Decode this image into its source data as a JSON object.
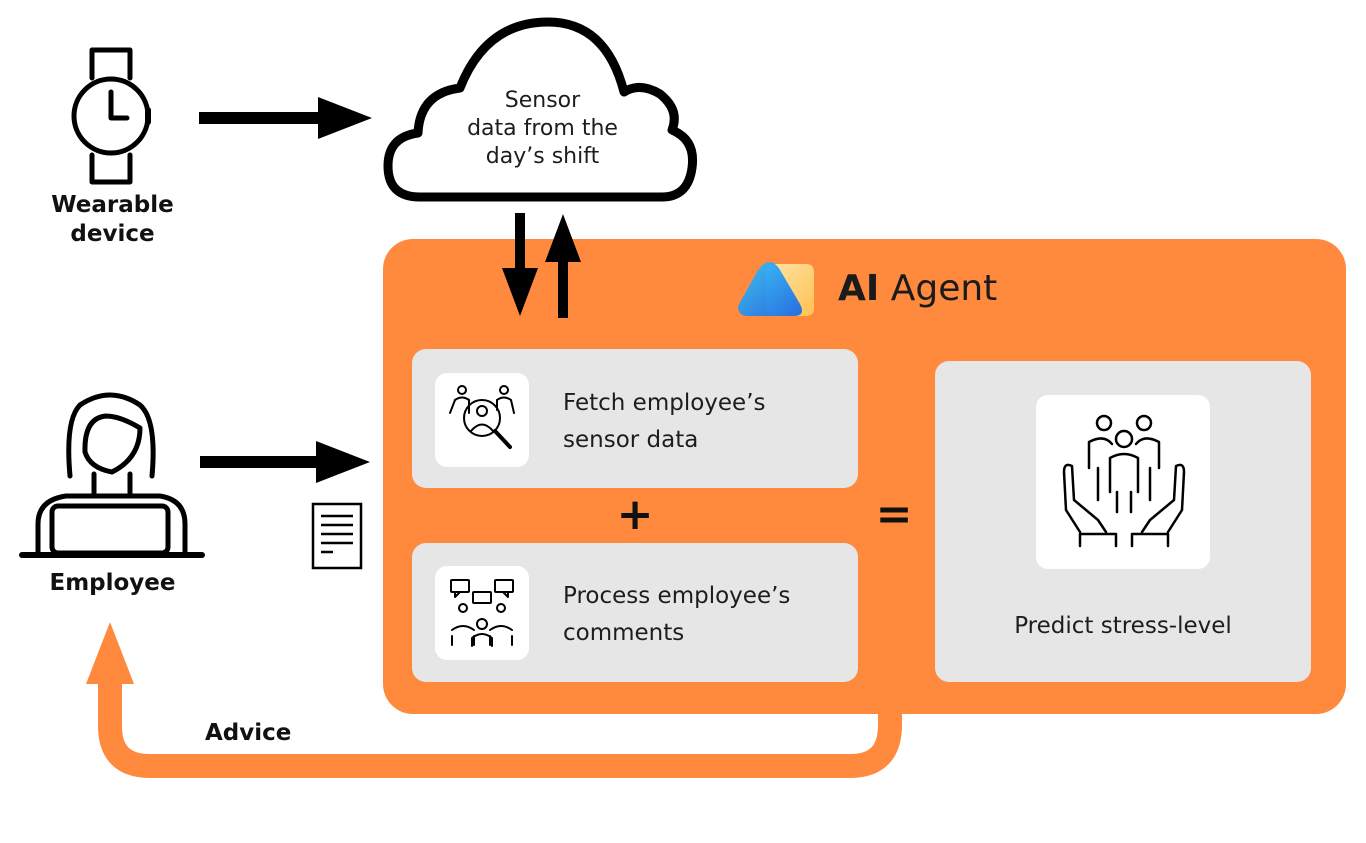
{
  "wearable": {
    "label_line1": "Wearable",
    "label_line2": "device",
    "icon": "watch-icon"
  },
  "employee": {
    "label": "Employee",
    "icon": "employee-laptop-icon"
  },
  "cloud": {
    "line1": "Sensor",
    "line2": "data from the",
    "line3": "day’s shift",
    "icon": "cloud-icon"
  },
  "agent": {
    "title_bold": "AI",
    "title_rest": " Agent",
    "logo": "ai-agent-logo-icon"
  },
  "steps": [
    {
      "line1": "Fetch employee’s",
      "line2": "sensor data",
      "icon": "people-search-icon"
    },
    {
      "line1": "Process employee’s",
      "line2": "comments",
      "icon": "group-chat-icon"
    }
  ],
  "prediction": {
    "label": "Predict stress-level",
    "icon": "hands-people-icon"
  },
  "operators": {
    "plus": "+",
    "equals": "="
  },
  "feedback": {
    "label": "Advice"
  },
  "document_icon": "document-icon",
  "colors": {
    "accent": "#ff8a3d",
    "card": "#e6e6e6",
    "ink": "#111111"
  }
}
